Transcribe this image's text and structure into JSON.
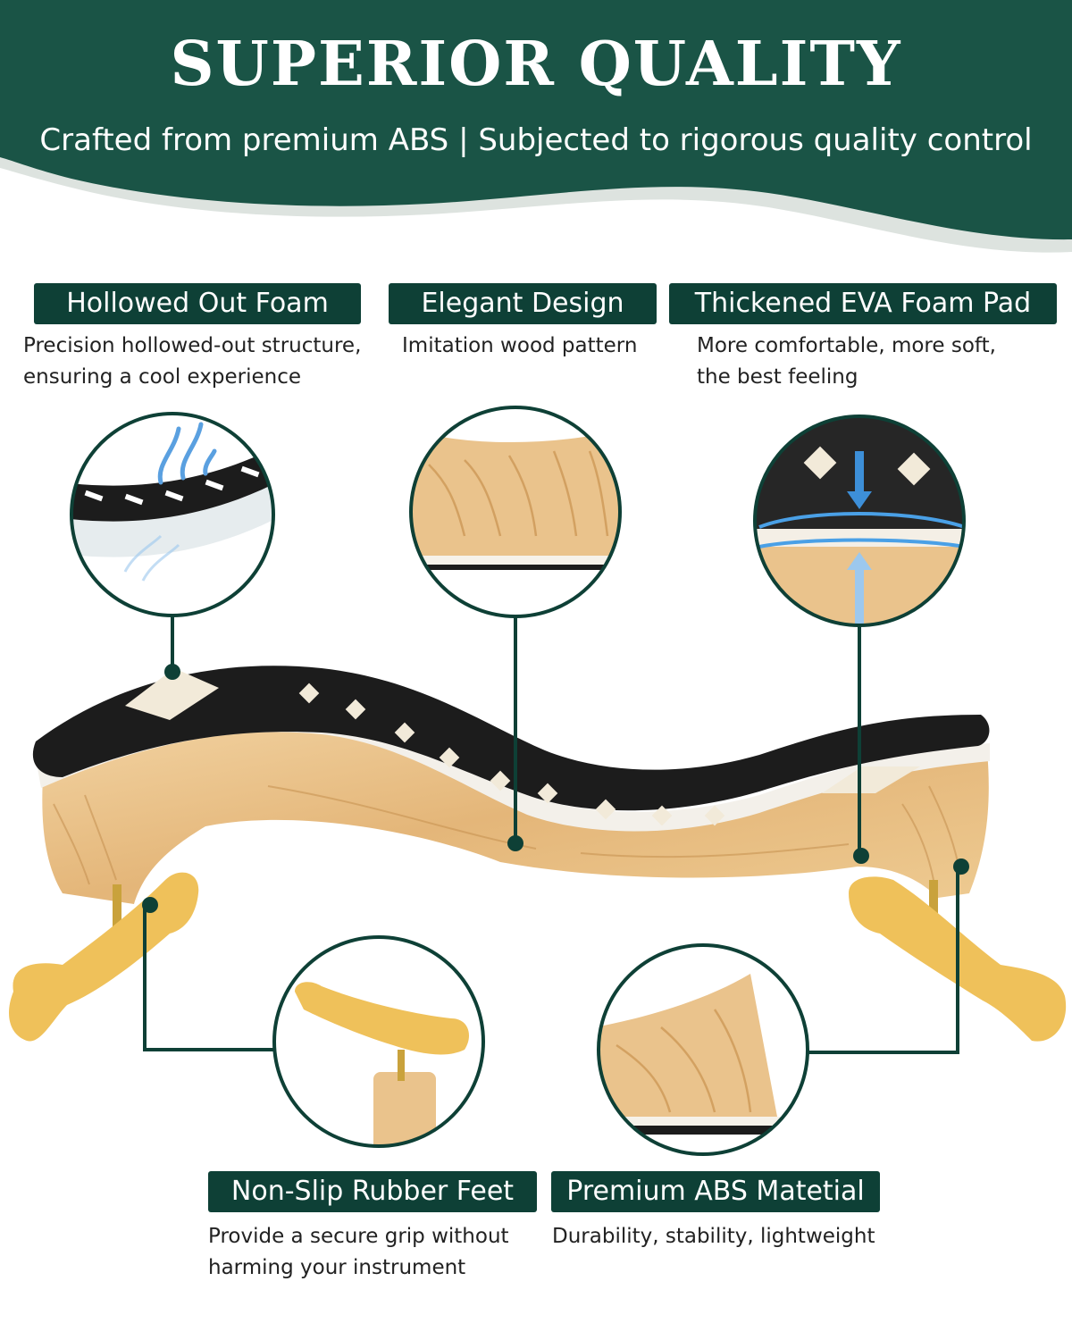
{
  "header": {
    "title": "SUPERIOR QUALITY",
    "subtitle": "Crafted from premium ABS | Subjected to rigorous quality control"
  },
  "colors": {
    "brand_green": "#1a5446",
    "label_green": "#0e4036",
    "wave_gray": "#dde3df",
    "wood": "#e7bf86",
    "foam_black": "#1c1c1c",
    "foot_yellow": "#efc15a"
  },
  "features": [
    {
      "label": "Hollowed Out Foam",
      "desc": [
        "Precision hollowed-out structure,",
        "ensuring a cool experience"
      ]
    },
    {
      "label": "Elegant Design",
      "desc": [
        "Imitation wood pattern"
      ]
    },
    {
      "label": "Thickened EVA Foam Pad",
      "desc": [
        "More comfortable, more soft,",
        "the best feeling"
      ]
    },
    {
      "label": "Non-Slip Rubber Feet",
      "desc": [
        "Provide a secure grip without",
        "harming your instrument"
      ]
    },
    {
      "label": "Premium ABS Matetial",
      "desc": [
        "Durability, stability, lightweight"
      ]
    }
  ]
}
